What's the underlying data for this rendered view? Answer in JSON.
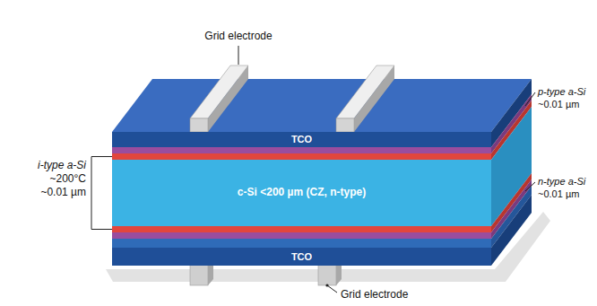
{
  "diagram": {
    "nodes": [
      {
        "text": [
          "TCO"
        ]
      },
      {
        "text": [
          "c-Si <200 µm (CZ, n-type)"
        ]
      },
      {
        "text": [
          "TCO"
        ]
      }
    ],
    "labels": [
      "Grid electrode",
      "p-type a-Si",
      "~0.01 µm",
      "i-type a-Si",
      "~200°C",
      "~0.01 µm",
      "n-type a-Si",
      "~0.01 µm",
      "Grid electrode"
    ]
  }
}
